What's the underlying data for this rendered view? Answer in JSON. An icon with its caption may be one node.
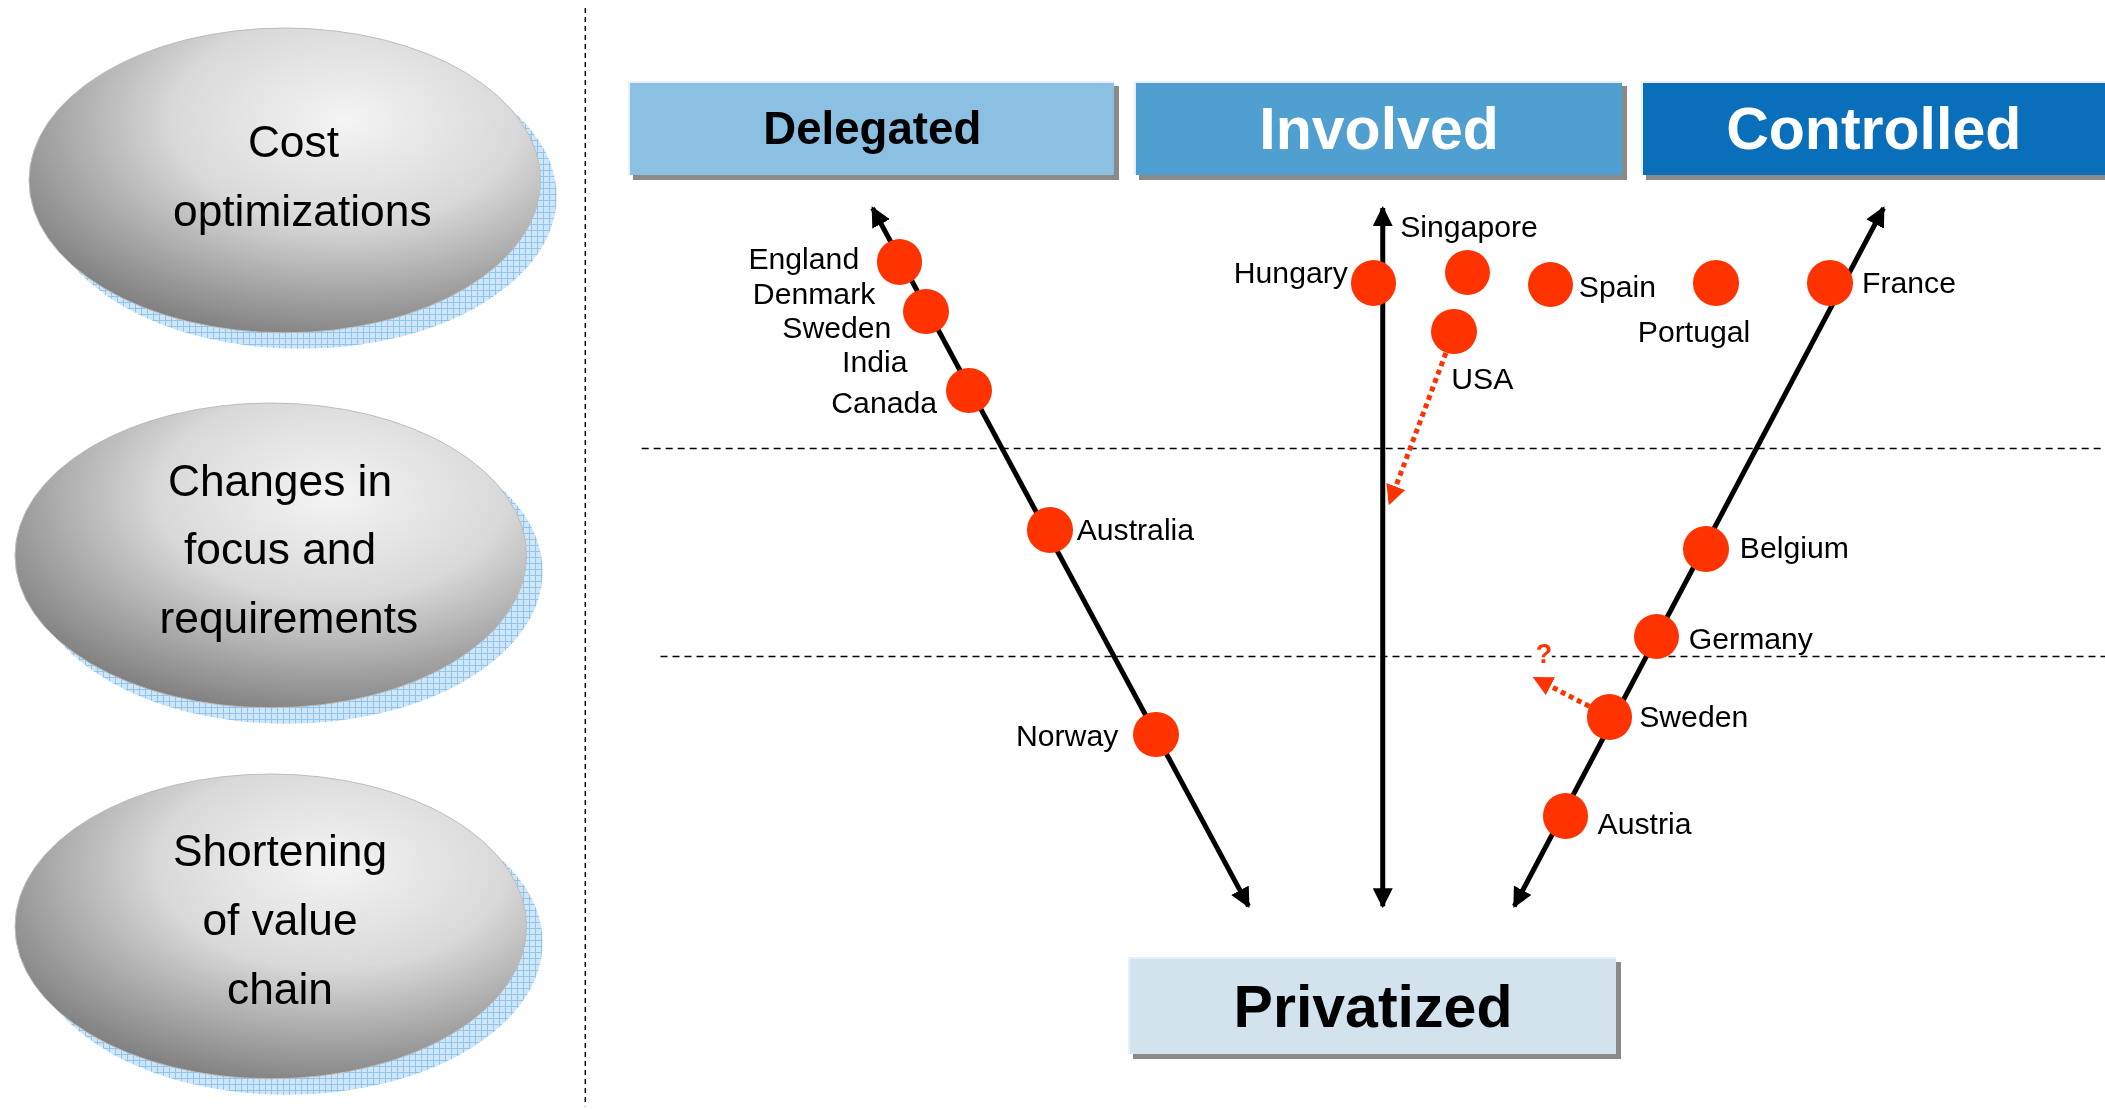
{
  "diagram": {
    "nodes": [
      {
        "text": [
          "Cost optimizations"
        ]
      },
      {
        "text": [
          "Changes in focus and requirements"
        ]
      },
      {
        "text": [
          "Shortening of value chain"
        ]
      },
      {
        "text": [
          "Delegated"
        ]
      },
      {
        "text": [
          "Involved"
        ]
      },
      {
        "text": [
          "Controlled"
        ]
      },
      {
        "text": [
          "Privatized"
        ]
      },
      {
        "text": [],
        "shape": "circle",
        "beside": [
          "England"
        ]
      },
      {
        "text": [],
        "shape": "circle",
        "beside": [
          "Denmark",
          "Sweden"
        ]
      },
      {
        "text": [],
        "shape": "circle",
        "beside": [
          "India",
          "Canada"
        ]
      },
      {
        "text": [],
        "shape": "circle",
        "beside": [
          "Australia"
        ]
      },
      {
        "text": [],
        "shape": "circle",
        "beside": [
          "Norway"
        ]
      },
      {
        "text": [],
        "shape": "circle",
        "beside": [
          "Hungary"
        ]
      },
      {
        "text": [],
        "shape": "circle",
        "beside": [
          "Singapore"
        ]
      },
      {
        "text": [],
        "shape": "circle",
        "beside": [
          "USA"
        ]
      },
      {
        "text": [],
        "shape": "circle",
        "beside": [
          "Spain"
        ]
      },
      {
        "text": [],
        "shape": "circle",
        "beside": [
          "Portugal"
        ]
      },
      {
        "text": [],
        "shape": "circle",
        "beside": [
          "France"
        ]
      },
      {
        "text": [],
        "shape": "circle",
        "beside": [
          "Belgium"
        ]
      },
      {
        "text": [],
        "shape": "circle",
        "beside": [
          "Germany"
        ]
      },
      {
        "text": [],
        "shape": "circle",
        "beside": [
          "Sweden"
        ]
      },
      {
        "text": [],
        "shape": "circle",
        "beside": [
          "Austria"
        ]
      }
    ],
    "edges": [
      {
        "from": 14,
        "to": null,
        "arrow": "to",
        "style": "dashed",
        "color": "#ff3300"
      },
      {
        "from": 20,
        "to": null,
        "arrow": "to",
        "style": "dashed",
        "color": "#ff3300",
        "label": "?"
      }
    ]
  }
}
